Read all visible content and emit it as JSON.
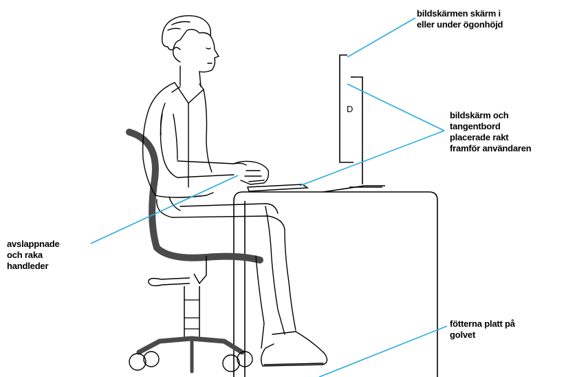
{
  "figure": {
    "line_color": "#000000",
    "pointer_color": "#29abe2",
    "chair_color": "#4a4a4a",
    "labels": {
      "screen": [
        "bildskärmen skärm i",
        "eller under ögonhöjd"
      ],
      "monitor_keyboard": [
        "bildskärm och",
        "tangentbord",
        "placerade rakt",
        "framför användaren"
      ],
      "arms": [
        "avslappnade",
        "och raka",
        "handleder"
      ],
      "feet": [
        "fötterna platt på",
        "golvet"
      ]
    },
    "monitor_glyph": "D"
  }
}
